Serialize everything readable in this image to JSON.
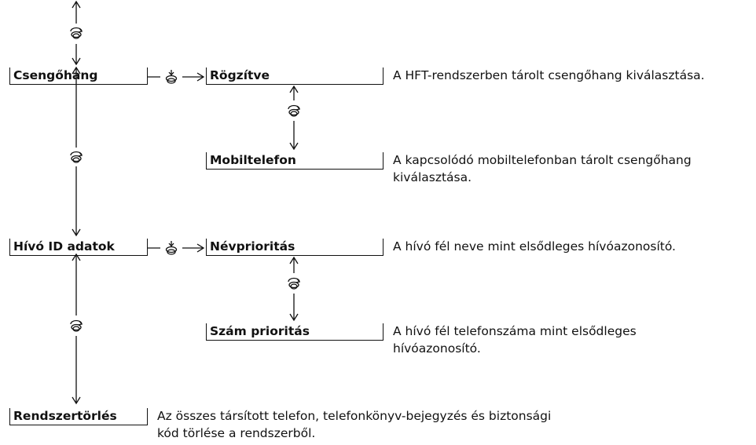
{
  "menu": {
    "ringtone": {
      "label": "Csengőhang",
      "options": [
        {
          "label": "Rögzítve",
          "description": "A HFT-rendszerben tárolt csengőhang kiválasztása."
        },
        {
          "label": "Mobiltelefon",
          "description_lines": [
            "A kapcsolódó mobiltelefonban tárolt csengőhang",
            "kiválasztása."
          ]
        }
      ]
    },
    "caller_id": {
      "label": "Hívó ID adatok",
      "options": [
        {
          "label": "Névprioritás",
          "description": "A hívó fél neve mint elsődleges hívóazonosító."
        },
        {
          "label": "Szám prioritás",
          "description_lines": [
            "A hívó fél telefonszáma mint elsődleges",
            "hívóazonosító."
          ]
        }
      ]
    },
    "system_clear": {
      "label": "Rendszertörlés",
      "description_lines": [
        "Az összes társított telefon, telefonkönyv-bejegyzés és biztonsági",
        "kód törlése a rendszerből."
      ]
    }
  },
  "icons": {
    "rotate": "rotary-knob-icon",
    "press": "press-knob-icon"
  }
}
